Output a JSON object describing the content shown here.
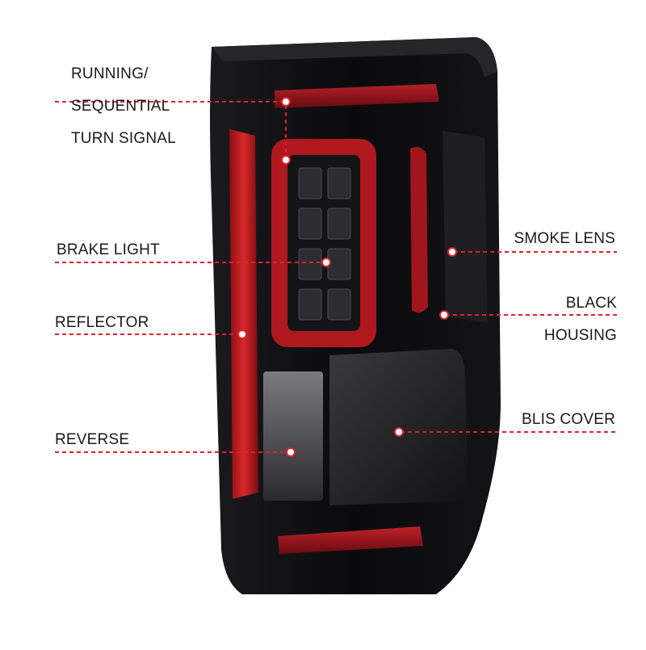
{
  "labels": {
    "running_line1": "RUNNING/",
    "running_line2": "SEQUENTIAL",
    "running_line3": "TURN SIGNAL",
    "brake": "BRAKE LIGHT",
    "reflector": "REFLECTOR",
    "reverse": "REVERSE",
    "smoke_lens": "SMOKE LENS",
    "black_housing_line1": "BLACK",
    "black_housing_line2": "HOUSING",
    "blis_cover": "BLIS COVER"
  },
  "colors": {
    "leader_line": "#e0202a",
    "dot_fill": "#ffffff",
    "housing": "#0c0c0e",
    "light_bar": "#a0141c",
    "reflector": "#c41a1e",
    "text": "#1a1a1a"
  }
}
